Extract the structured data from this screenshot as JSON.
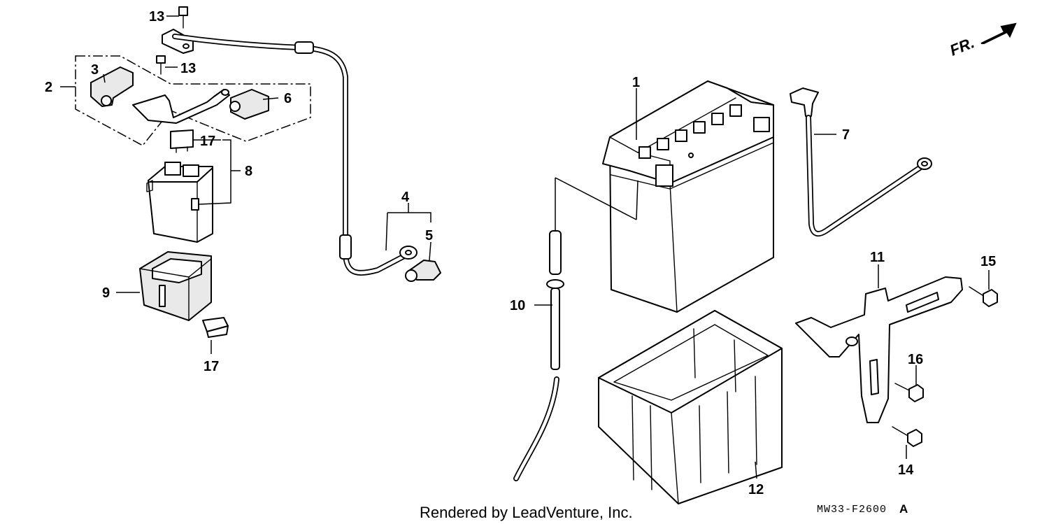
{
  "diagram": {
    "callouts": {
      "c1": "1",
      "c2": "2",
      "c3": "3",
      "c4": "4",
      "c5": "5",
      "c6": "6",
      "c7": "7",
      "c8": "8",
      "c9": "9",
      "c10": "10",
      "c11": "11",
      "c12": "12",
      "c13a": "13",
      "c13b": "13",
      "c14": "14",
      "c15": "15",
      "c16": "16",
      "c17a": "17",
      "c17b": "17"
    },
    "direction_indicator": "FR.",
    "footer_credit": "Rendered by LeadVenture, Inc.",
    "drawing_code": "MW33-F2600",
    "drawing_revision": "A"
  }
}
